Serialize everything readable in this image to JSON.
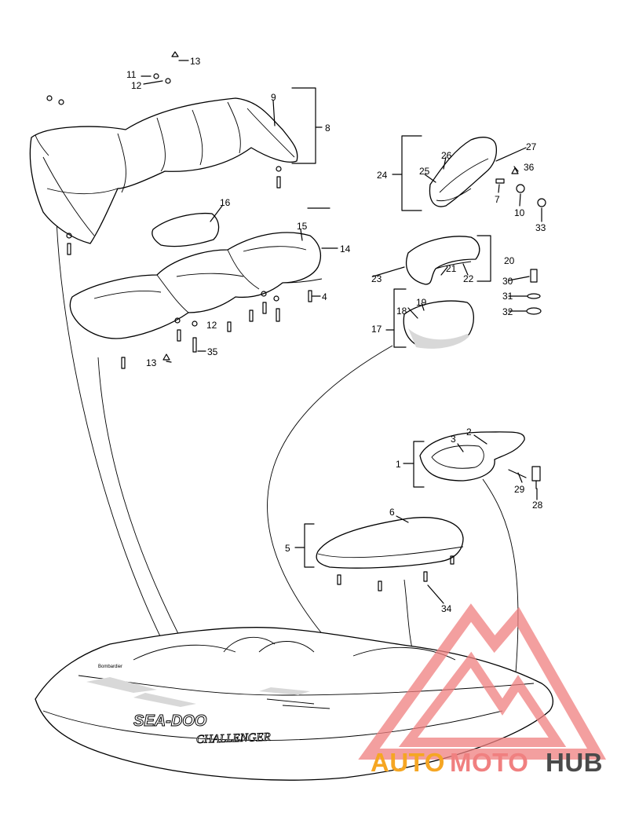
{
  "callouts": {
    "c1": "1",
    "c2": "2",
    "c3": "3",
    "c4": "4",
    "c5": "5",
    "c6": "6",
    "c7": "7",
    "c8": "8",
    "c9": "9",
    "c10": "10",
    "c11": "11",
    "c12": "12",
    "c13": "13",
    "c14": "14",
    "c15": "15",
    "c16": "16",
    "c17": "17",
    "c18": "18",
    "c19": "19",
    "c20": "20",
    "c21": "21",
    "c22": "22",
    "c23": "23",
    "c24": "24",
    "c25": "25",
    "c26": "26",
    "c27": "27",
    "c28": "28",
    "c29": "29",
    "c30": "30",
    "c31": "31",
    "c32": "32",
    "c33": "33",
    "c34": "34",
    "c35": "35",
    "c36": "36"
  },
  "hull": {
    "brand": "SEA-DOO",
    "model": "CHALLENGER",
    "side_small": "Bombardier"
  },
  "watermark": {
    "text_a": "AUTO",
    "text_b": "MOTO",
    "text_c": "HUB",
    "color_a": "#f5a623",
    "color_b": "#f08080",
    "color_c": "#4a4a4a",
    "logo_color": "#f08080"
  }
}
